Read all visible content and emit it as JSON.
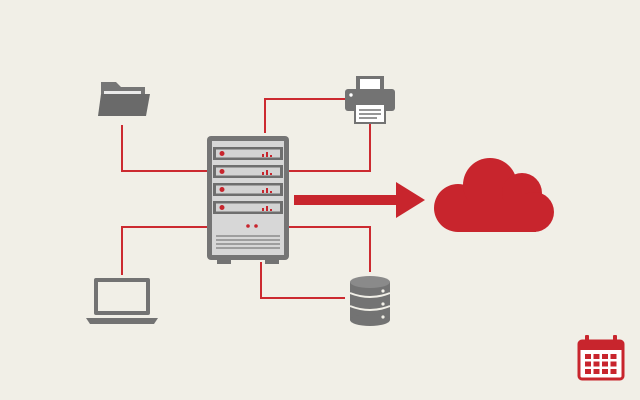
{
  "colors": {
    "background": "#f1efe7",
    "connector": "#cc2a30",
    "accent": "#c8252d",
    "icon_gray": "#737373",
    "server_body": "#d6d6d6"
  },
  "diagram": {
    "center": {
      "name": "server-rack",
      "icon": "server-rack-icon"
    },
    "nodes": [
      {
        "name": "folder",
        "icon": "folder-icon"
      },
      {
        "name": "printer",
        "icon": "printer-icon"
      },
      {
        "name": "laptop",
        "icon": "laptop-icon"
      },
      {
        "name": "database",
        "icon": "database-icon"
      }
    ],
    "backup_target": {
      "name": "cloud",
      "icon": "cloud-icon"
    },
    "corner_badge": {
      "name": "calendar",
      "icon": "calendar-icon"
    }
  }
}
